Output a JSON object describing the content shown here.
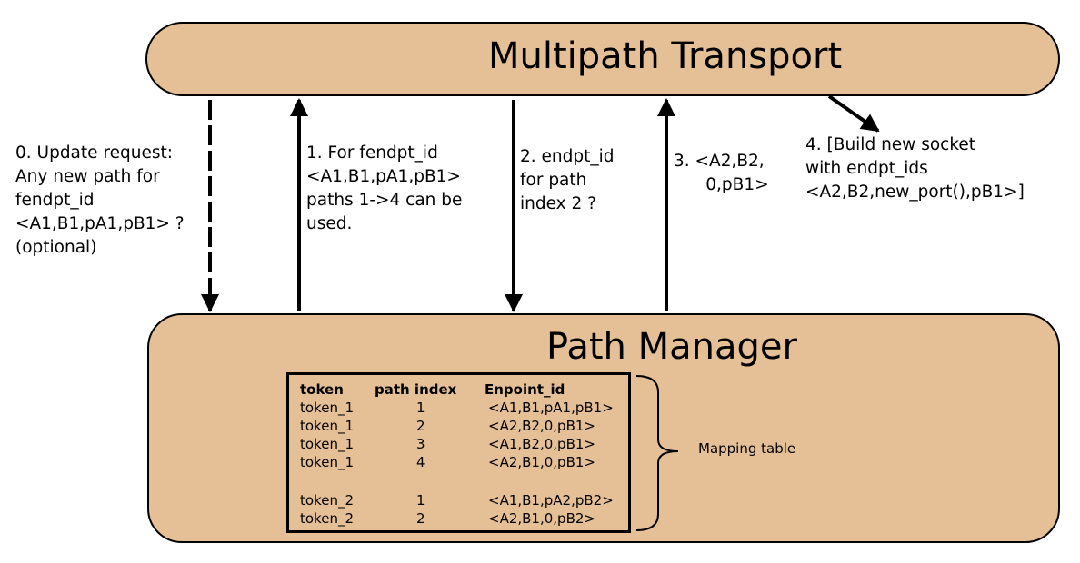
{
  "transport": {
    "title": "Multipath Transport"
  },
  "manager": {
    "title": "Path Manager"
  },
  "messages": [
    {
      "id": "m0",
      "text": "0. Update request:\nAny new path for\nfendpt_id\n<A1,B1,pA1,pB1> ?\n(optional)",
      "direction": "down",
      "style": "dashed"
    },
    {
      "id": "m1",
      "text": "1. For fendpt_id\n<A1,B1,pA1,pB1>\npaths 1->4 can be\nused.",
      "direction": "up",
      "style": "solid"
    },
    {
      "id": "m2",
      "text": "2. endpt_id\nfor path\nindex 2 ?",
      "direction": "down",
      "style": "solid"
    },
    {
      "id": "m3",
      "text": "3. <A2,B2,\n      0,pB1>",
      "direction": "up",
      "style": "solid"
    },
    {
      "id": "m4",
      "text": "4. [Build new socket\nwith endpt_ids\n<A2,B2,new_port(),pB1>]",
      "direction": "diagonal",
      "style": "solid"
    }
  ],
  "table": {
    "headers": [
      "token",
      "path index",
      "Enpoint_id"
    ],
    "rows": [
      [
        "token_1",
        "1",
        "<A1,B1,pA1,pB1>"
      ],
      [
        "token_1",
        "2",
        "<A2,B2,0,pB1>"
      ],
      [
        "token_1",
        "3",
        "<A1,B2,0,pB1>"
      ],
      [
        "token_1",
        "4",
        "<A2,B1,0,pB1>"
      ],
      [
        "token_2",
        "1",
        "<A1,B1,pA2,pB2>"
      ],
      [
        "token_2",
        "2",
        "<A2,B1,0,pB2>"
      ]
    ]
  },
  "mapping_label": "Mapping table",
  "colors": {
    "box_fill": "#e5c096",
    "stroke": "#000000"
  }
}
